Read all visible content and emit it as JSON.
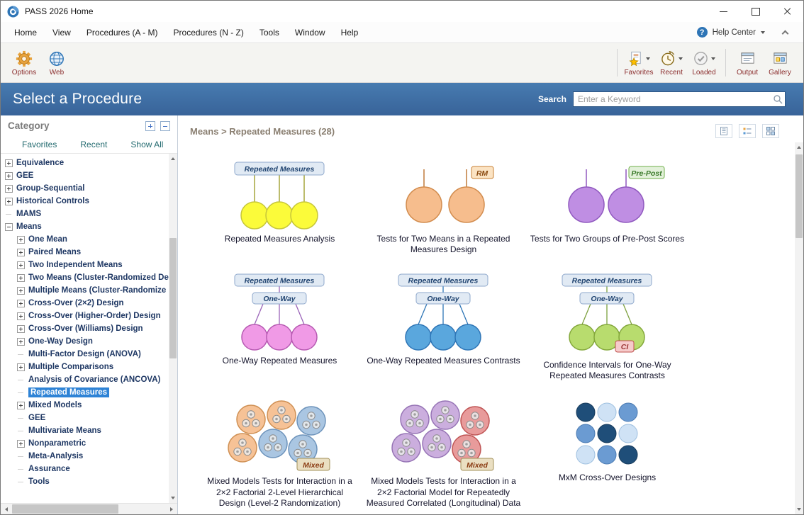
{
  "colors": {
    "banner_blue": "#3f6da3",
    "selection_blue": "#2e83d6",
    "toolbar_label_maroon": "#8b2e2e",
    "tree_text_navy": "#1f3864"
  },
  "titlebar": {
    "title": "PASS 2026 Home"
  },
  "menu": {
    "items": [
      "Home",
      "View",
      "Procedures (A - M)",
      "Procedures (N - Z)",
      "Tools",
      "Window",
      "Help"
    ],
    "help_center": "Help Center"
  },
  "toolbar": {
    "options": "Options",
    "web": "Web",
    "favorites": "Favorites",
    "recent": "Recent",
    "loaded": "Loaded",
    "output": "Output",
    "gallery": "Gallery"
  },
  "banner": {
    "title": "Select a Procedure",
    "search_label": "Search",
    "search_placeholder": "Enter a Keyword"
  },
  "sidebar": {
    "title": "Category",
    "tabs": [
      "Favorites",
      "Recent",
      "Show All"
    ],
    "tree": [
      {
        "label": "Equivalence",
        "exp": "plus",
        "level": 0
      },
      {
        "label": "GEE",
        "exp": "plus",
        "level": 0
      },
      {
        "label": "Group-Sequential",
        "exp": "plus",
        "level": 0
      },
      {
        "label": "Historical Controls",
        "exp": "plus",
        "level": 0
      },
      {
        "label": "MAMS",
        "exp": "none",
        "level": 0
      },
      {
        "label": "Means",
        "exp": "minus",
        "level": 0
      },
      {
        "label": "One Mean",
        "exp": "plus",
        "level": 1
      },
      {
        "label": "Paired Means",
        "exp": "plus",
        "level": 1
      },
      {
        "label": "Two Independent Means",
        "exp": "plus",
        "level": 1
      },
      {
        "label": "Two Means (Cluster-Randomized De",
        "exp": "plus",
        "level": 1
      },
      {
        "label": "Multiple Means (Cluster-Randomize",
        "exp": "plus",
        "level": 1
      },
      {
        "label": "Cross-Over (2×2) Design",
        "exp": "plus",
        "level": 1
      },
      {
        "label": "Cross-Over (Higher-Order) Design",
        "exp": "plus",
        "level": 1
      },
      {
        "label": "Cross-Over (Williams) Design",
        "exp": "plus",
        "level": 1
      },
      {
        "label": "One-Way Design",
        "exp": "plus",
        "level": 1
      },
      {
        "label": "Multi-Factor Design (ANOVA)",
        "exp": "none",
        "level": 1
      },
      {
        "label": "Multiple Comparisons",
        "exp": "plus",
        "level": 1
      },
      {
        "label": "Analysis of Covariance (ANCOVA)",
        "exp": "none",
        "level": 1
      },
      {
        "label": "Repeated Measures",
        "exp": "none",
        "level": 1,
        "selected": true
      },
      {
        "label": "Mixed Models",
        "exp": "plus",
        "level": 1
      },
      {
        "label": "GEE",
        "exp": "none",
        "level": 1
      },
      {
        "label": "Multivariate Means",
        "exp": "none",
        "level": 1
      },
      {
        "label": "Nonparametric",
        "exp": "plus",
        "level": 1
      },
      {
        "label": "Meta-Analysis",
        "exp": "none",
        "level": 1
      },
      {
        "label": "Assurance",
        "exp": "none",
        "level": 1
      },
      {
        "label": "Tools",
        "exp": "none",
        "level": 1
      }
    ]
  },
  "main": {
    "breadcrumb": "Means > Repeated Measures (28)",
    "procedures": [
      {
        "label": "Repeated Measures Analysis",
        "box1": "Repeated Measures"
      },
      {
        "label": "Tests for Two Means in a Repeated Measures Design",
        "badge": "RM"
      },
      {
        "label": "Tests for Two Groups of Pre-Post Scores",
        "badge": "Pre-Post"
      },
      {
        "label": "One-Way Repeated Measures",
        "box1": "Repeated Measures",
        "box2": "One-Way"
      },
      {
        "label": "One-Way Repeated Measures Contrasts",
        "box1": "Repeated Measures",
        "box2": "One-Way"
      },
      {
        "label": "Confidence Intervals for One-Way Repeated Measures Contrasts",
        "box1": "Repeated Measures",
        "box2": "One-Way",
        "badge": "CI"
      },
      {
        "label": "Mixed Models Tests for Interaction in a 2×2 Factorial 2-Level Hierarchical Design (Level-2 Randomization)",
        "badge": "Mixed"
      },
      {
        "label": "Mixed Models Tests for Interaction in a 2×2 Factorial Model for Repeatedly Measured Correlated (Longitudinal) Data",
        "badge": "Mixed"
      },
      {
        "label": "MxM Cross-Over Designs"
      }
    ]
  }
}
